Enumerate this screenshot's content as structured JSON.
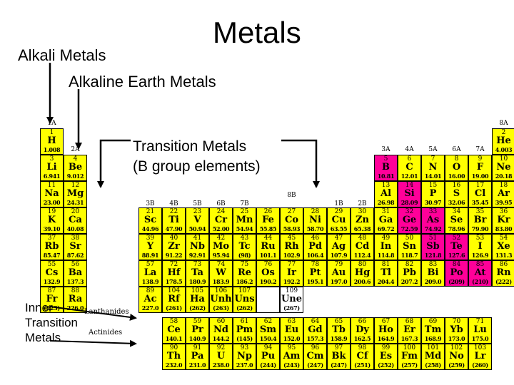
{
  "title": "Metals",
  "labels": {
    "alkali": "Alkali Metals",
    "alkaline": "Alkaline Earth Metals",
    "transition_1": "Transition Metals",
    "transition_2": "(B group elements)",
    "inner_1": "Inner",
    "inner_2": "Transition",
    "inner_3": "Metals",
    "lanthanides": "Lanthanides",
    "actinides": "Actinides"
  },
  "group_labels": [
    "1A",
    "2A",
    "3B",
    "4B",
    "5B",
    "6B",
    "7B",
    "8B",
    "1B",
    "2B",
    "3A",
    "4A",
    "5A",
    "6A",
    "7A",
    "8A"
  ],
  "colors": {
    "metal": "#ffff00",
    "metalloid": "#ff0099",
    "nonmetal": "#ffffff"
  },
  "table": {
    "main": [
      [
        {
          "n": "1",
          "s": "H",
          "m": "1.008",
          "c": "yellow"
        },
        {
          "n": "2",
          "s": "He",
          "m": "4.003",
          "c": "yellow"
        }
      ],
      [
        {
          "n": "3",
          "s": "Li",
          "m": "6.941",
          "c": "yellow"
        },
        {
          "n": "4",
          "s": "Be",
          "m": "9.012",
          "c": "yellow"
        },
        {
          "n": "5",
          "s": "B",
          "m": "10.81",
          "c": "pink"
        },
        {
          "n": "6",
          "s": "C",
          "m": "12.01",
          "c": "yellow"
        },
        {
          "n": "7",
          "s": "N",
          "m": "14.01",
          "c": "yellow"
        },
        {
          "n": "8",
          "s": "O",
          "m": "16.00",
          "c": "yellow"
        },
        {
          "n": "9",
          "s": "F",
          "m": "19.00",
          "c": "yellow"
        },
        {
          "n": "10",
          "s": "Ne",
          "m": "20.18",
          "c": "yellow"
        }
      ],
      [
        {
          "n": "11",
          "s": "Na",
          "m": "23.00",
          "c": "yellow"
        },
        {
          "n": "12",
          "s": "Mg",
          "m": "24.31",
          "c": "yellow"
        },
        {
          "n": "13",
          "s": "Al",
          "m": "26.98",
          "c": "yellow"
        },
        {
          "n": "14",
          "s": "Si",
          "m": "28.09",
          "c": "pink"
        },
        {
          "n": "15",
          "s": "P",
          "m": "30.97",
          "c": "yellow"
        },
        {
          "n": "16",
          "s": "S",
          "m": "32.06",
          "c": "yellow"
        },
        {
          "n": "17",
          "s": "Cl",
          "m": "35.45",
          "c": "yellow"
        },
        {
          "n": "18",
          "s": "Ar",
          "m": "39.95",
          "c": "yellow"
        }
      ],
      [
        {
          "n": "19",
          "s": "K",
          "m": "39.10",
          "c": "yellow"
        },
        {
          "n": "20",
          "s": "Ca",
          "m": "40.08",
          "c": "yellow"
        },
        {
          "n": "21",
          "s": "Sc",
          "m": "44.96",
          "c": "yellow"
        },
        {
          "n": "22",
          "s": "Ti",
          "m": "47.90",
          "c": "yellow"
        },
        {
          "n": "23",
          "s": "V",
          "m": "50.94",
          "c": "yellow"
        },
        {
          "n": "24",
          "s": "Cr",
          "m": "52.00",
          "c": "yellow"
        },
        {
          "n": "25",
          "s": "Mn",
          "m": "54.94",
          "c": "yellow"
        },
        {
          "n": "26",
          "s": "Fe",
          "m": "55.85",
          "c": "yellow"
        },
        {
          "n": "27",
          "s": "Co",
          "m": "58.93",
          "c": "yellow"
        },
        {
          "n": "28",
          "s": "Ni",
          "m": "58.70",
          "c": "yellow"
        },
        {
          "n": "29",
          "s": "Cu",
          "m": "63.55",
          "c": "yellow"
        },
        {
          "n": "30",
          "s": "Zn",
          "m": "65.38",
          "c": "yellow"
        },
        {
          "n": "31",
          "s": "Ga",
          "m": "69.72",
          "c": "yellow"
        },
        {
          "n": "32",
          "s": "Ge",
          "m": "72.59",
          "c": "pink"
        },
        {
          "n": "33",
          "s": "As",
          "m": "74.92",
          "c": "pink"
        },
        {
          "n": "34",
          "s": "Se",
          "m": "78.96",
          "c": "yellow"
        },
        {
          "n": "35",
          "s": "Br",
          "m": "79.90",
          "c": "yellow"
        },
        {
          "n": "36",
          "s": "Kr",
          "m": "83.80",
          "c": "yellow"
        }
      ],
      [
        {
          "n": "37",
          "s": "Rb",
          "m": "85.47",
          "c": "yellow"
        },
        {
          "n": "38",
          "s": "Sr",
          "m": "87.62",
          "c": "yellow"
        },
        {
          "n": "39",
          "s": "Y",
          "m": "88.91",
          "c": "yellow"
        },
        {
          "n": "40",
          "s": "Zr",
          "m": "91.22",
          "c": "yellow"
        },
        {
          "n": "41",
          "s": "Nb",
          "m": "92.91",
          "c": "yellow"
        },
        {
          "n": "42",
          "s": "Mo",
          "m": "95.94",
          "c": "yellow"
        },
        {
          "n": "43",
          "s": "Tc",
          "m": "(98)",
          "c": "yellow"
        },
        {
          "n": "44",
          "s": "Ru",
          "m": "101.1",
          "c": "yellow"
        },
        {
          "n": "45",
          "s": "Rh",
          "m": "102.9",
          "c": "yellow"
        },
        {
          "n": "46",
          "s": "Pd",
          "m": "106.4",
          "c": "yellow"
        },
        {
          "n": "47",
          "s": "Ag",
          "m": "107.9",
          "c": "yellow"
        },
        {
          "n": "48",
          "s": "Cd",
          "m": "112.4",
          "c": "yellow"
        },
        {
          "n": "49",
          "s": "In",
          "m": "114.8",
          "c": "yellow"
        },
        {
          "n": "50",
          "s": "Sn",
          "m": "118.7",
          "c": "yellow"
        },
        {
          "n": "51",
          "s": "Sb",
          "m": "121.8",
          "c": "pink"
        },
        {
          "n": "52",
          "s": "Te",
          "m": "127.6",
          "c": "pink"
        },
        {
          "n": "53",
          "s": "I",
          "m": "126.9",
          "c": "yellow"
        },
        {
          "n": "54",
          "s": "Xe",
          "m": "131.3",
          "c": "yellow"
        }
      ],
      [
        {
          "n": "55",
          "s": "Cs",
          "m": "132.9",
          "c": "yellow"
        },
        {
          "n": "56",
          "s": "Ba",
          "m": "137.3",
          "c": "yellow"
        },
        {
          "n": "57",
          "s": "La",
          "m": "138.9",
          "c": "yellow"
        },
        {
          "n": "72",
          "s": "Hf",
          "m": "178.5",
          "c": "yellow"
        },
        {
          "n": "73",
          "s": "Ta",
          "m": "180.9",
          "c": "yellow"
        },
        {
          "n": "74",
          "s": "W",
          "m": "183.9",
          "c": "yellow"
        },
        {
          "n": "75",
          "s": "Re",
          "m": "186.2",
          "c": "yellow"
        },
        {
          "n": "76",
          "s": "Os",
          "m": "190.2",
          "c": "yellow"
        },
        {
          "n": "77",
          "s": "Ir",
          "m": "192.2",
          "c": "yellow"
        },
        {
          "n": "78",
          "s": "Pt",
          "m": "195.1",
          "c": "yellow"
        },
        {
          "n": "79",
          "s": "Au",
          "m": "197.0",
          "c": "yellow"
        },
        {
          "n": "80",
          "s": "Hg",
          "m": "200.6",
          "c": "yellow"
        },
        {
          "n": "81",
          "s": "Tl",
          "m": "204.4",
          "c": "yellow"
        },
        {
          "n": "82",
          "s": "Pb",
          "m": "207.2",
          "c": "yellow"
        },
        {
          "n": "83",
          "s": "Bi",
          "m": "209.0",
          "c": "yellow"
        },
        {
          "n": "84",
          "s": "Po",
          "m": "(209)",
          "c": "pink"
        },
        {
          "n": "85",
          "s": "At",
          "m": "(210)",
          "c": "pink"
        },
        {
          "n": "86",
          "s": "Rn",
          "m": "(222)",
          "c": "yellow"
        }
      ],
      [
        {
          "n": "87",
          "s": "Fr",
          "m": "(223)",
          "c": "yellow"
        },
        {
          "n": "88",
          "s": "Ra",
          "m": "226.0",
          "c": "yellow"
        },
        {
          "n": "89",
          "s": "Ac",
          "m": "227.0",
          "c": "yellow"
        },
        {
          "n": "104",
          "s": "Rf",
          "m": "(261)",
          "c": "yellow"
        },
        {
          "n": "105",
          "s": "Ha",
          "m": "(262)",
          "c": "yellow"
        },
        {
          "n": "106",
          "s": "Unh",
          "m": "(263)",
          "c": "yellow"
        },
        {
          "n": "107",
          "s": "Uns",
          "m": "(262)",
          "c": "yellow"
        },
        {
          "n": "",
          "s": "",
          "m": "",
          "c": "white"
        },
        {
          "n": "109",
          "s": "Une",
          "m": "(267)",
          "c": "white"
        }
      ]
    ],
    "lanthanides": [
      {
        "n": "58",
        "s": "Ce",
        "m": "140.1"
      },
      {
        "n": "59",
        "s": "Pr",
        "m": "140.9"
      },
      {
        "n": "60",
        "s": "Nd",
        "m": "144.2"
      },
      {
        "n": "61",
        "s": "Pm",
        "m": "(145)"
      },
      {
        "n": "62",
        "s": "Sm",
        "m": "150.4"
      },
      {
        "n": "63",
        "s": "Eu",
        "m": "152.0"
      },
      {
        "n": "64",
        "s": "Gd",
        "m": "157.3"
      },
      {
        "n": "65",
        "s": "Tb",
        "m": "158.9"
      },
      {
        "n": "66",
        "s": "Dy",
        "m": "162.5"
      },
      {
        "n": "67",
        "s": "Ho",
        "m": "164.9"
      },
      {
        "n": "68",
        "s": "Er",
        "m": "167.3"
      },
      {
        "n": "69",
        "s": "Tm",
        "m": "168.9"
      },
      {
        "n": "70",
        "s": "Yb",
        "m": "173.0"
      },
      {
        "n": "71",
        "s": "Lu",
        "m": "175.0"
      }
    ],
    "actinides": [
      {
        "n": "90",
        "s": "Th",
        "m": "232.0"
      },
      {
        "n": "91",
        "s": "Pa",
        "m": "231.0"
      },
      {
        "n": "92",
        "s": "U",
        "m": "238.0"
      },
      {
        "n": "93",
        "s": "Np",
        "m": "237.0"
      },
      {
        "n": "94",
        "s": "Pu",
        "m": "(244)"
      },
      {
        "n": "95",
        "s": "Am",
        "m": "(243)"
      },
      {
        "n": "96",
        "s": "Cm",
        "m": "(247)"
      },
      {
        "n": "97",
        "s": "Bk",
        "m": "(247)"
      },
      {
        "n": "98",
        "s": "Cf",
        "m": "(251)"
      },
      {
        "n": "99",
        "s": "Es",
        "m": "(252)"
      },
      {
        "n": "100",
        "s": "Fm",
        "m": "(257)"
      },
      {
        "n": "101",
        "s": "Md",
        "m": "(258)"
      },
      {
        "n": "102",
        "s": "No",
        "m": "(259)"
      },
      {
        "n": "103",
        "s": "Lr",
        "m": "(260)"
      }
    ]
  }
}
